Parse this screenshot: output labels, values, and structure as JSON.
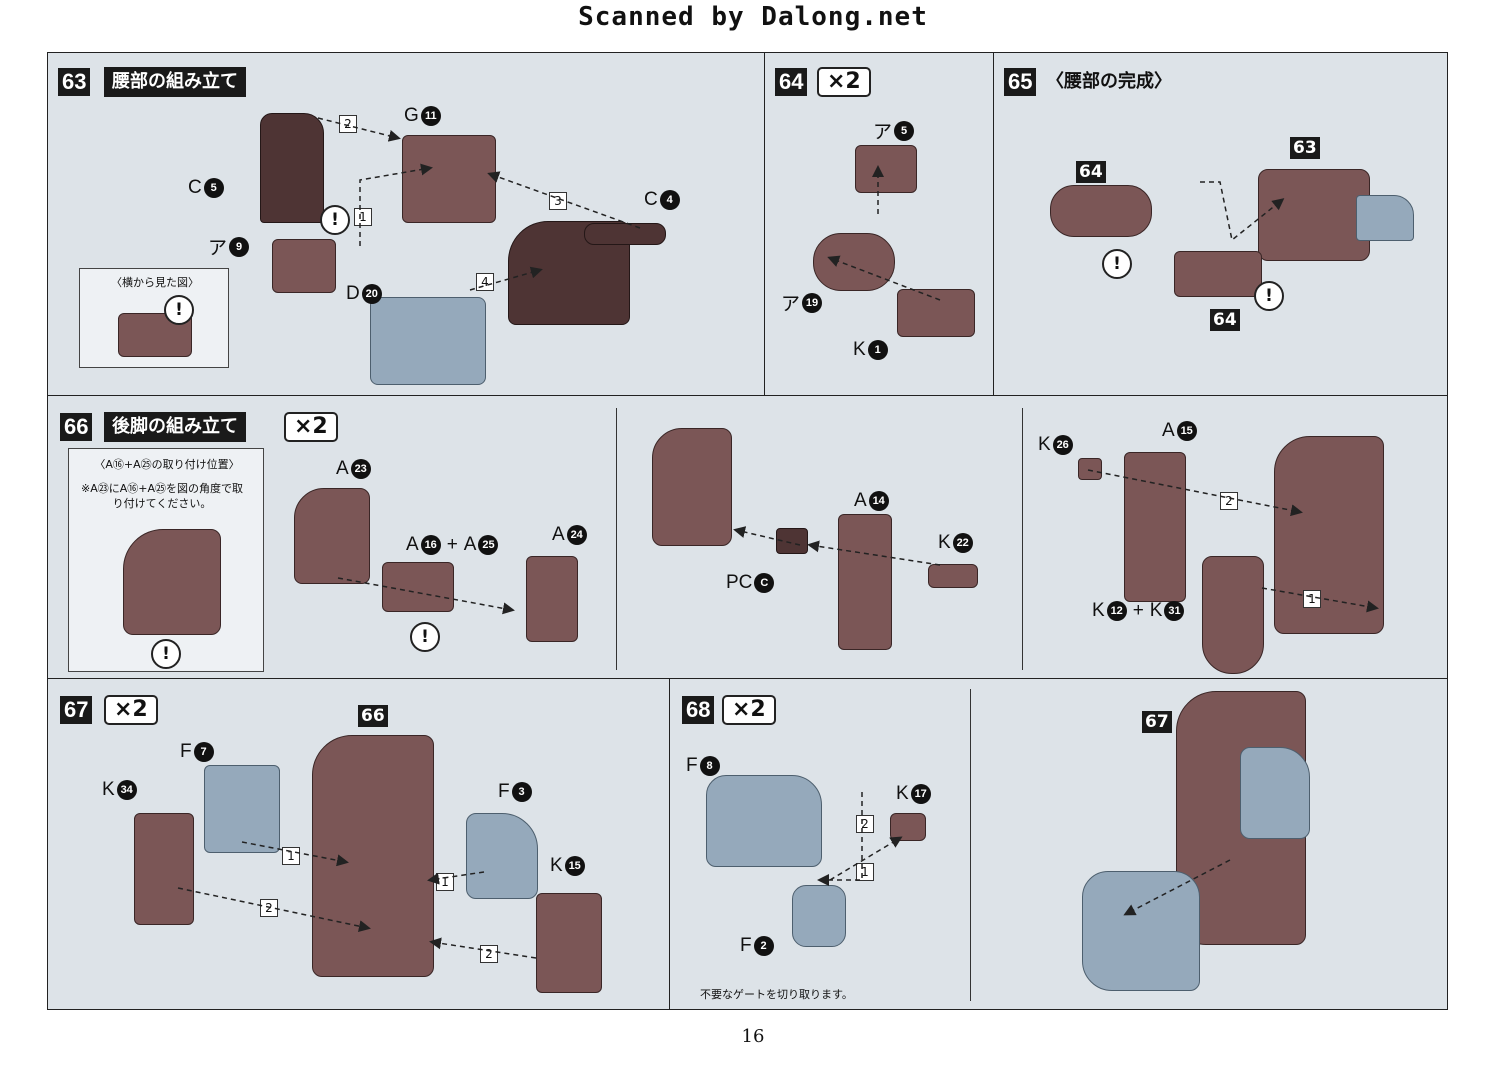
{
  "watermark": "Scanned by Dalong.net",
  "page_number": "16",
  "steps": {
    "s63": {
      "badge": "63",
      "title": "腰部の組み立て",
      "labels": {
        "g": "G",
        "g_n": "11",
        "c5": "C",
        "c5_n": "5",
        "c4": "C",
        "c4_n": "4",
        "a9": "ア",
        "a9_n": "9",
        "d20": "D",
        "d20_n": "20"
      },
      "inset_title": "〈横から見た図〉",
      "seq": [
        "2",
        "1",
        "3",
        "4"
      ],
      "warn": "!"
    },
    "s64": {
      "badge": "64",
      "qty": "×2",
      "labels": {
        "a5": "ア",
        "a5_n": "5",
        "a19": "ア",
        "a19_n": "19",
        "k1": "K",
        "k1_n": "1"
      }
    },
    "s65": {
      "badge": "65",
      "title": "〈腰部の完成〉",
      "refs": [
        "64",
        "63",
        "64"
      ],
      "warn": "!"
    },
    "s66": {
      "badge": "66",
      "title": "後脚の組み立て",
      "qty": "×2",
      "inset_title": "〈A⑯+A㉕の取り付け位置〉",
      "inset_note": "※A㉓にA⑯+A㉕を図の角度で取り付けてください。",
      "labels": {
        "a23": "A",
        "a23_n": "23",
        "a16": "A",
        "a16_n": "16",
        "plus": "+",
        "a25": "A",
        "a25_n": "25",
        "a24": "A",
        "a24_n": "24",
        "a14": "A",
        "a14_n": "14",
        "k22": "K",
        "k22_n": "22",
        "pc": "PC",
        "pc_n": "C",
        "k26": "K",
        "k26_n": "26",
        "a15": "A",
        "a15_n": "15",
        "k12": "K",
        "k12_n": "12",
        "plus2": "+",
        "k31": "K",
        "k31_n": "31"
      },
      "seq": [
        "2",
        "1"
      ],
      "warn": "!"
    },
    "s67": {
      "badge": "67",
      "qty": "×2",
      "ref": "66",
      "labels": {
        "f7": "F",
        "f7_n": "7",
        "k34": "K",
        "k34_n": "34",
        "f3": "F",
        "f3_n": "3",
        "k15": "K",
        "k15_n": "15"
      },
      "seq": [
        "1",
        "1",
        "2",
        "2"
      ]
    },
    "s68": {
      "badge": "68",
      "qty": "×2",
      "ref": "67",
      "labels": {
        "f8": "F",
        "f8_n": "8",
        "k17": "K",
        "k17_n": "17",
        "f2": "F",
        "f2_n": "2"
      },
      "seq": [
        "2",
        "1"
      ],
      "footnote": "不要なゲートを切り取ります。"
    }
  },
  "colors": {
    "panel_bg": "#dde3e8",
    "part_brown": "#7b5656",
    "part_blue": "#95a9bb"
  }
}
